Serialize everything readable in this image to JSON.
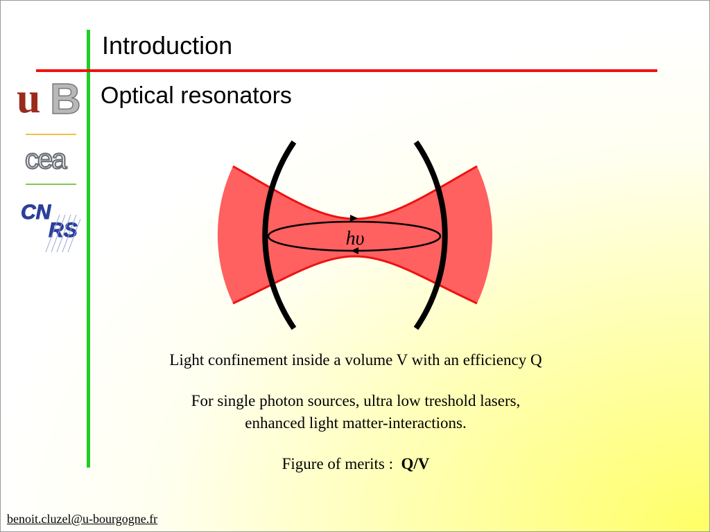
{
  "slide": {
    "title": "Introduction",
    "subtitle": "Optical resonators",
    "text_line_1": "Light confinement inside a volume V with an efficiency Q",
    "text_line_2": "For single photon sources, ultra low treshold lasers,",
    "text_line_3": "enhanced light matter-interactions.",
    "merit_label": "Figure of merits :",
    "merit_value": "Q/V",
    "footer_email": "benoit.cluzel@u-bourgogne.fr"
  },
  "diagram": {
    "photon_symbol": "hυ"
  },
  "logos": {
    "ub_text": "uB",
    "cea_text": "cea",
    "cnrs_text": "CNRS"
  },
  "colors": {
    "accent_green": "#22cc22",
    "accent_red": "#ee1111",
    "beam_fill": "#ff6060",
    "beam_edge": "#ee1111"
  }
}
